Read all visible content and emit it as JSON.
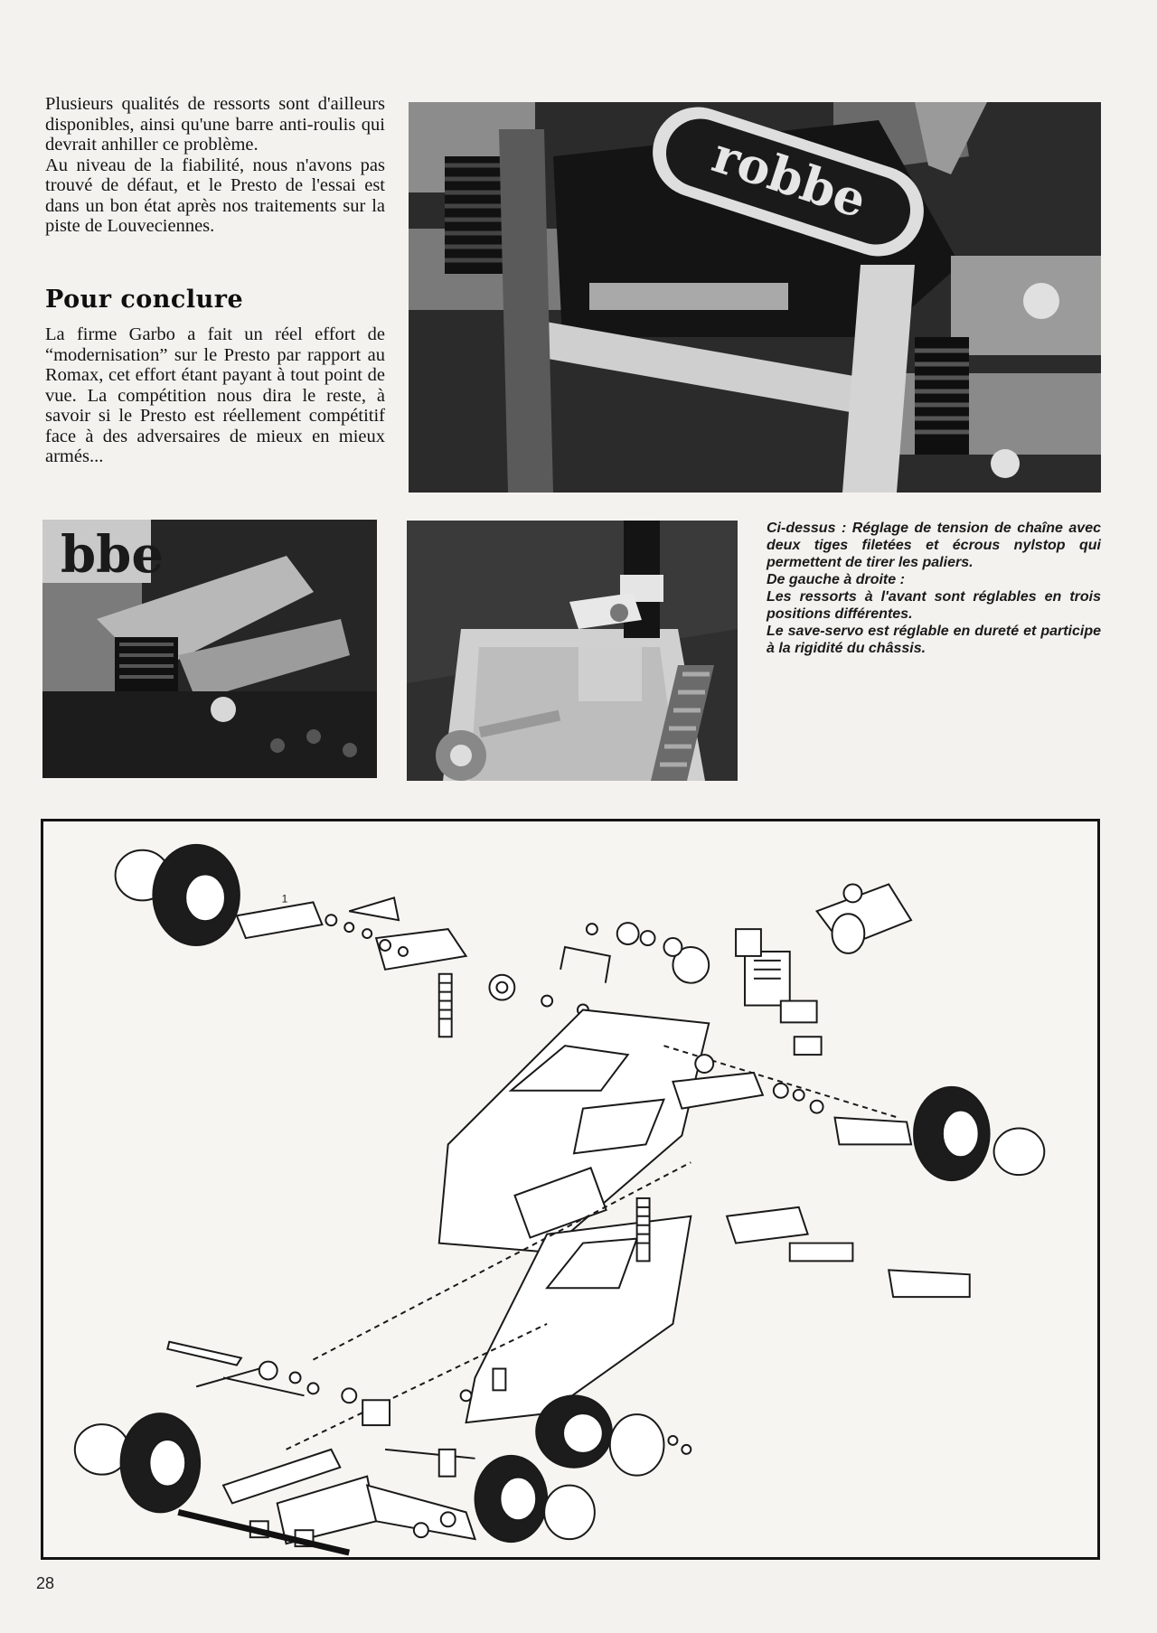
{
  "article": {
    "para1": "Plusieurs qualités de ressorts sont d'ailleurs disponibles, ainsi qu'une barre anti-roulis qui devrait anhiller ce problème.",
    "para2": "Au niveau de la fiabilité, nous n'avons pas trouvé de défaut, et le Presto de l'essai est dans un bon état après nos traitements sur la piste de Louveciennes.",
    "subhead": "Pour conclure",
    "para3": "La firme Garbo a fait un réel effort de “modernisation” sur le Presto par rapport au Romax, cet effort étant payant à tout point de vue. La compétition nous dira le reste, à savoir si le Presto est réellement compétitif face à des adversaires de mieux en mieux armés..."
  },
  "photos": {
    "top_logo_text": "robbe",
    "left_logo_text": "bbe"
  },
  "caption": {
    "line1": "Ci-dessus : Réglage de tension de chaîne avec deux tiges filetées et écrous nylstop qui permettent de tirer les paliers.",
    "line2": "De gauche à droite :",
    "line3": "Les ressorts à l'avant sont réglables en trois positions différentes.",
    "line4": "Le save-servo est réglable en dureté et participe à la rigidité du châssis."
  },
  "diagram": {
    "part_label": "1"
  },
  "footer": {
    "page_number": "28"
  }
}
